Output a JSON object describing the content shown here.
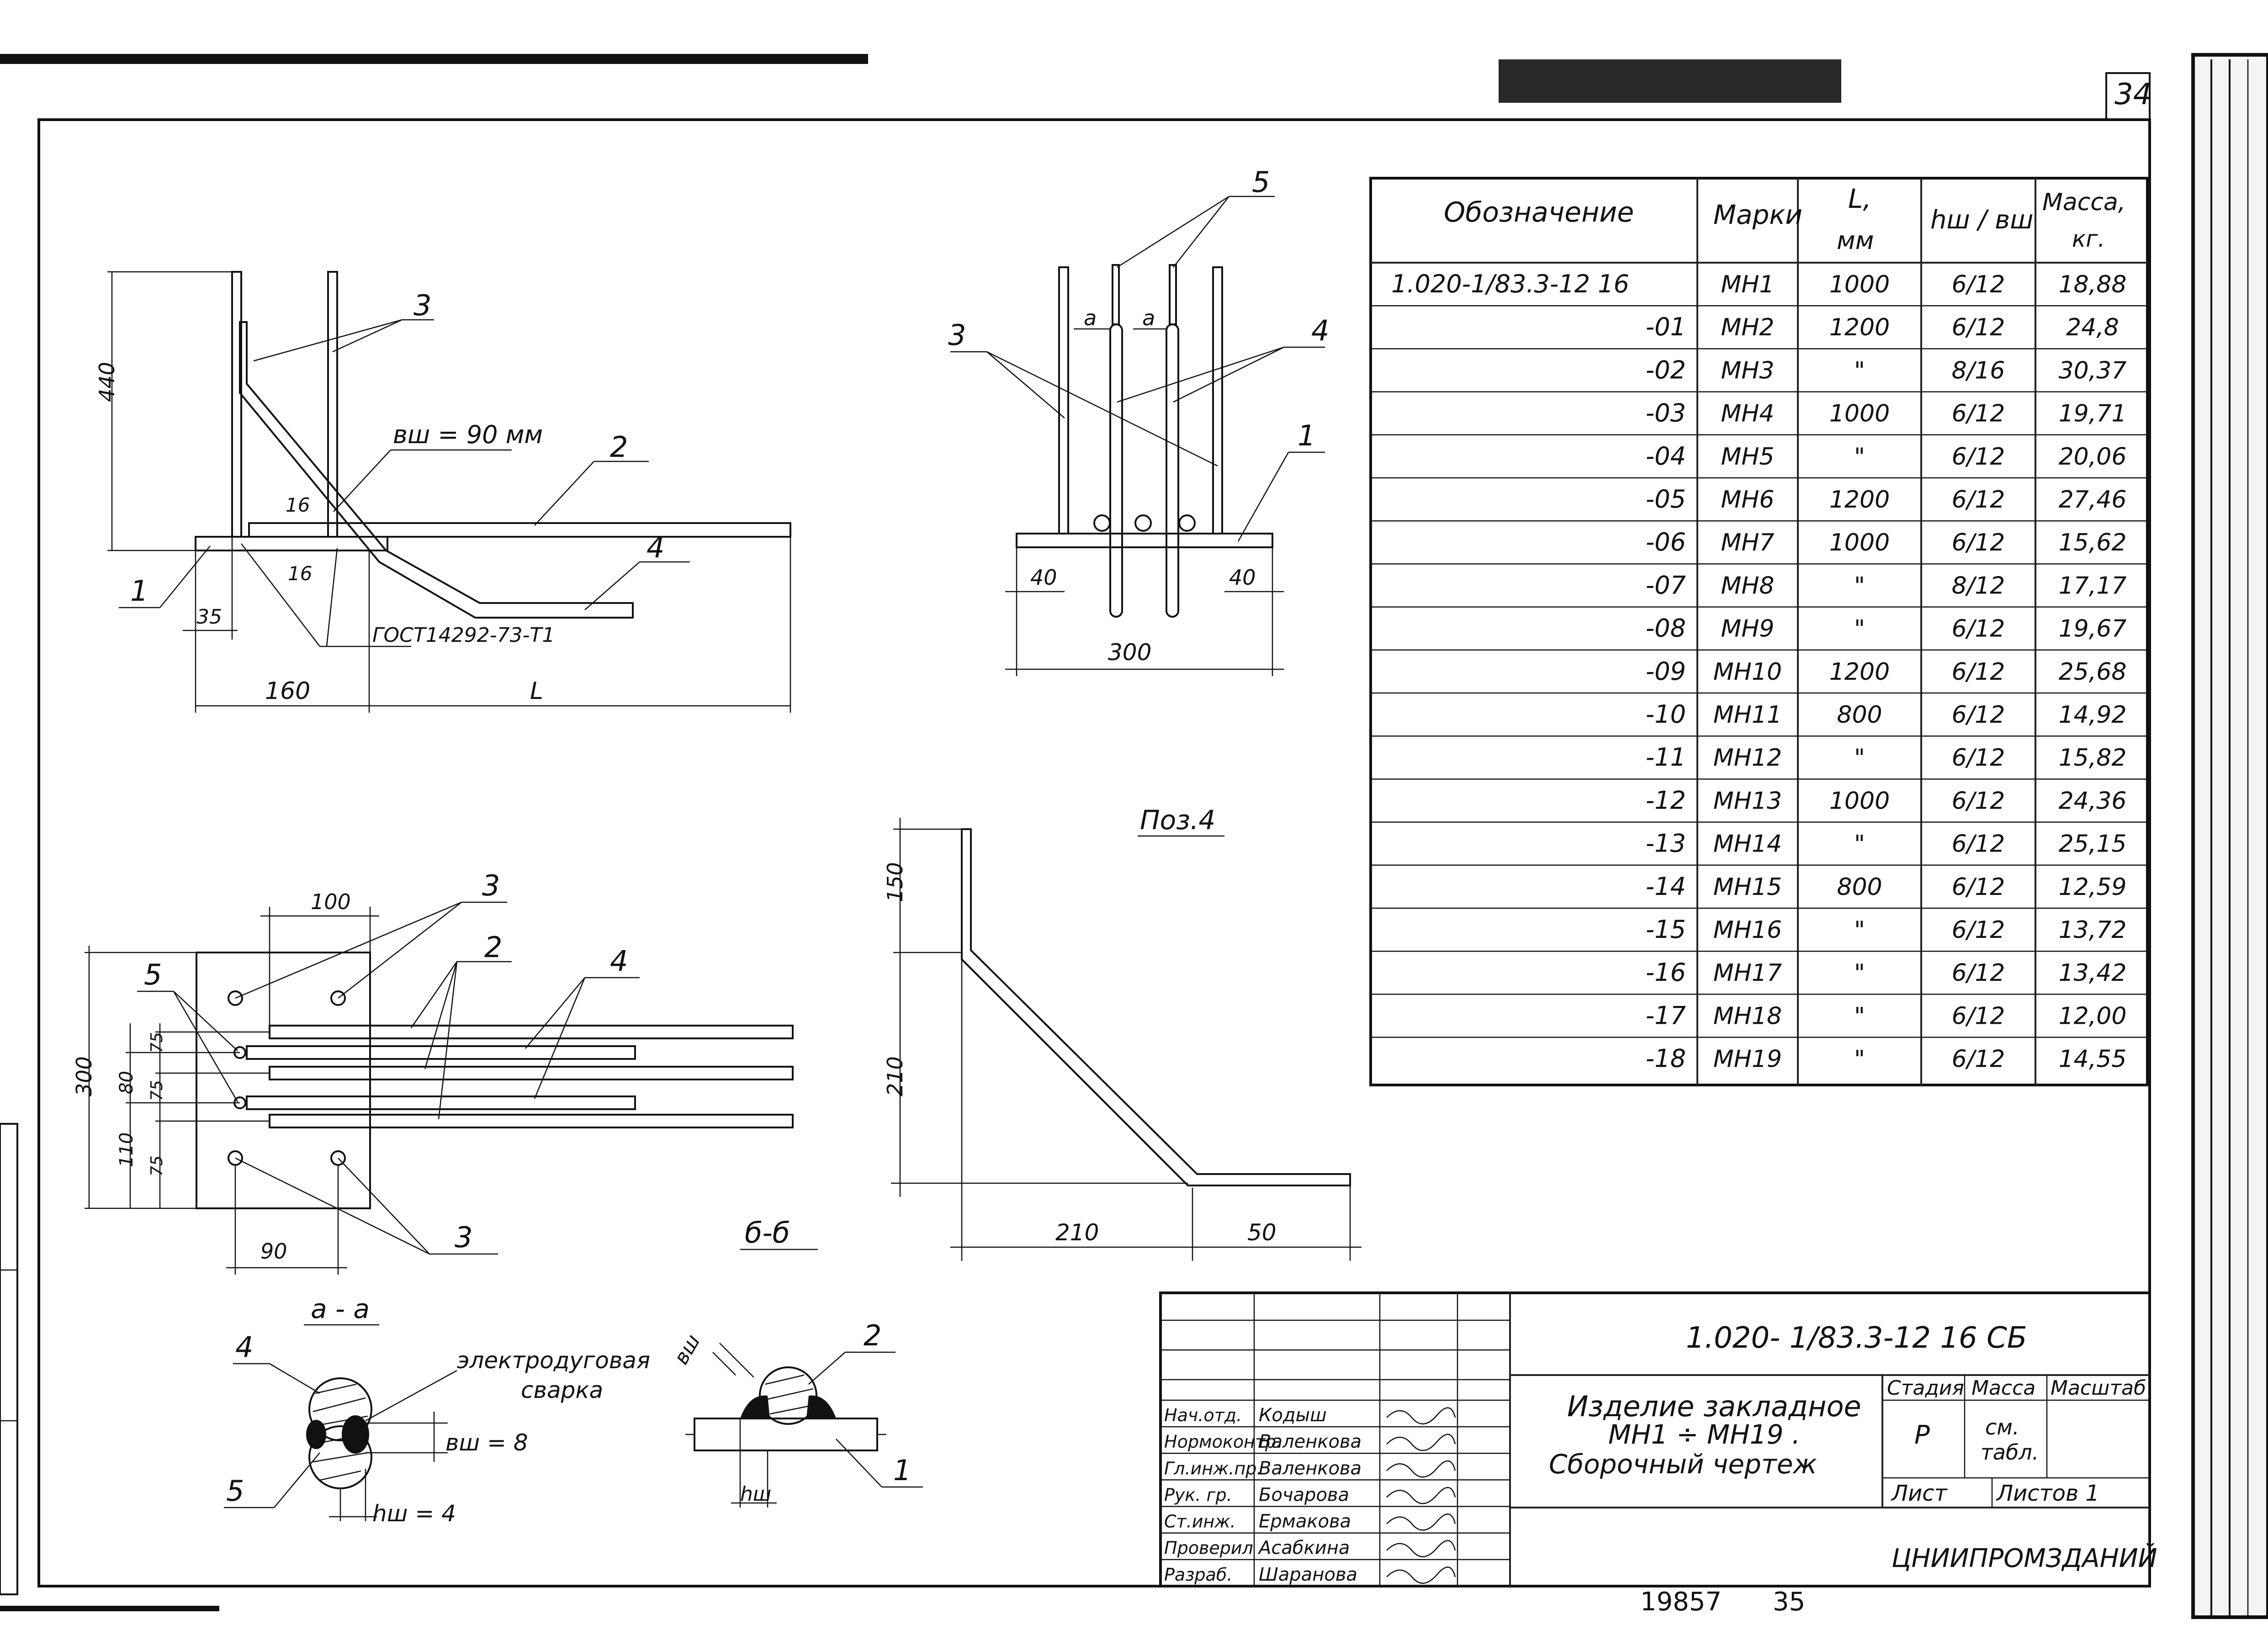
{
  "sheet_number_top": "34",
  "spec_table": {
    "headers": {
      "designation": "Обозначение",
      "mark": "Марки",
      "length": "L,",
      "length_unit": "мм",
      "weld": "hш / вш",
      "mass": "Масса,",
      "mass_unit": "кг."
    },
    "rows": [
      {
        "designation": "1.020-1/83.3-12   16",
        "mark": "МН1",
        "length": "1000",
        "weld": "6/12",
        "mass": "18,88"
      },
      {
        "designation": "-01",
        "mark": "МН2",
        "length": "1200",
        "weld": "6/12",
        "mass": "24,8"
      },
      {
        "designation": "-02",
        "mark": "МН3",
        "length": "\"",
        "weld": "8/16",
        "mass": "30,37"
      },
      {
        "designation": "-03",
        "mark": "МН4",
        "length": "1000",
        "weld": "6/12",
        "mass": "19,71"
      },
      {
        "designation": "-04",
        "mark": "МН5",
        "length": "\"",
        "weld": "6/12",
        "mass": "20,06"
      },
      {
        "designation": "-05",
        "mark": "МН6",
        "length": "1200",
        "weld": "6/12",
        "mass": "27,46"
      },
      {
        "designation": "-06",
        "mark": "МН7",
        "length": "1000",
        "weld": "6/12",
        "mass": "15,62"
      },
      {
        "designation": "-07",
        "mark": "МН8",
        "length": "\"",
        "weld": "8/12",
        "mass": "17,17"
      },
      {
        "designation": "-08",
        "mark": "МН9",
        "length": "\"",
        "weld": "6/12",
        "mass": "19,67"
      },
      {
        "designation": "-09",
        "mark": "МН10",
        "length": "1200",
        "weld": "6/12",
        "mass": "25,68"
      },
      {
        "designation": "-10",
        "mark": "МН11",
        "length": "800",
        "weld": "6/12",
        "mass": "14,92"
      },
      {
        "designation": "-11",
        "mark": "МН12",
        "length": "\"",
        "weld": "6/12",
        "mass": "15,82"
      },
      {
        "designation": "-12",
        "mark": "МН13",
        "length": "1000",
        "weld": "6/12",
        "mass": "24,36"
      },
      {
        "designation": "-13",
        "mark": "МН14",
        "length": "\"",
        "weld": "6/12",
        "mass": "25,15"
      },
      {
        "designation": "-14",
        "mark": "МН15",
        "length": "800",
        "weld": "6/12",
        "mass": "12,59"
      },
      {
        "designation": "-15",
        "mark": "МН16",
        "length": "\"",
        "weld": "6/12",
        "mass": "13,72"
      },
      {
        "designation": "-16",
        "mark": "МН17",
        "length": "\"",
        "weld": "6/12",
        "mass": "13,42"
      },
      {
        "designation": "-17",
        "mark": "МН18",
        "length": "\"",
        "weld": "6/12",
        "mass": "12,00"
      },
      {
        "designation": "-18",
        "mark": "МН19",
        "length": "\"",
        "weld": "6/12",
        "mass": "14,55"
      }
    ]
  },
  "view_main": {
    "dim_height": "440",
    "weld_note": "вш = 90 мм",
    "weld_16_upper": "16",
    "weld_16_lower": "16",
    "dim_35": "35",
    "gost": "ГОСТ14292-73-Т1",
    "dim_160": "160",
    "dim_L": "L",
    "pos_1": "1",
    "pos_2": "2",
    "pos_3": "3",
    "pos_4": "4"
  },
  "view_side": {
    "pos_3": "3",
    "pos_4": "4",
    "pos_5": "5",
    "pos_1": "1",
    "section_a1": "а",
    "section_a2": "а",
    "dim_40_left": "40",
    "dim_40_right": "40",
    "dim_300": "300"
  },
  "view_pos4": {
    "title": "Поз.4",
    "dim_150": "150",
    "dim_210_v": "210",
    "dim_210_h": "210",
    "dim_50": "50"
  },
  "view_plan": {
    "dim_100": "100",
    "dim_300": "300",
    "dim_80": "80",
    "dim_110": "110",
    "dim_75_a": "75",
    "dim_75_b": "75",
    "dim_75_c": "75",
    "dim_90": "90",
    "pos_3_top": "3",
    "pos_3_bottom": "3",
    "pos_2": "2",
    "pos_4": "4",
    "pos_5": "5",
    "section_label": "б-б"
  },
  "section_aa": {
    "title": "а - а",
    "weld_note_1": "электродуговая",
    "weld_note_2": "сварка",
    "dim_b": "вш = 8",
    "dim_h": "hш = 4",
    "pos_4": "4",
    "pos_5": "5"
  },
  "section_bb": {
    "label_b": "вш",
    "label_h": "hш",
    "pos_2": "2",
    "pos_1": "1"
  },
  "title_block": {
    "code": "1.020- 1/83.3-12    16 СБ",
    "title_line1": "Изделие закладное",
    "title_line2": "МН1 ÷ МН19 .",
    "title_line3": "Сборочный чертеж",
    "stage_header": "Стадия",
    "mass_header": "Масса",
    "scale_header": "Масштаб",
    "stage_value": "Р",
    "mass_value_1": "см.",
    "mass_value_2": "табл.",
    "sheet_label": "Лист",
    "sheets_label": "Листов 1",
    "organization": "ЦНИИПРОМЗДАНИЙ",
    "staff": [
      {
        "role": "Нач.отд.",
        "name": "Кодыш"
      },
      {
        "role": "Нормоконтр.",
        "name": "Валенкова"
      },
      {
        "role": "Гл.инж.пр.",
        "name": "Валенкова"
      },
      {
        "role": "Рук. гр.",
        "name": "Бочарова"
      },
      {
        "role": "Ст.инж.",
        "name": "Ермакова"
      },
      {
        "role": "Проверил",
        "name": "Асабкина"
      },
      {
        "role": "Разраб.",
        "name": "Шаранова"
      }
    ]
  },
  "footer": {
    "number_left": "19857",
    "number_right": "35"
  }
}
